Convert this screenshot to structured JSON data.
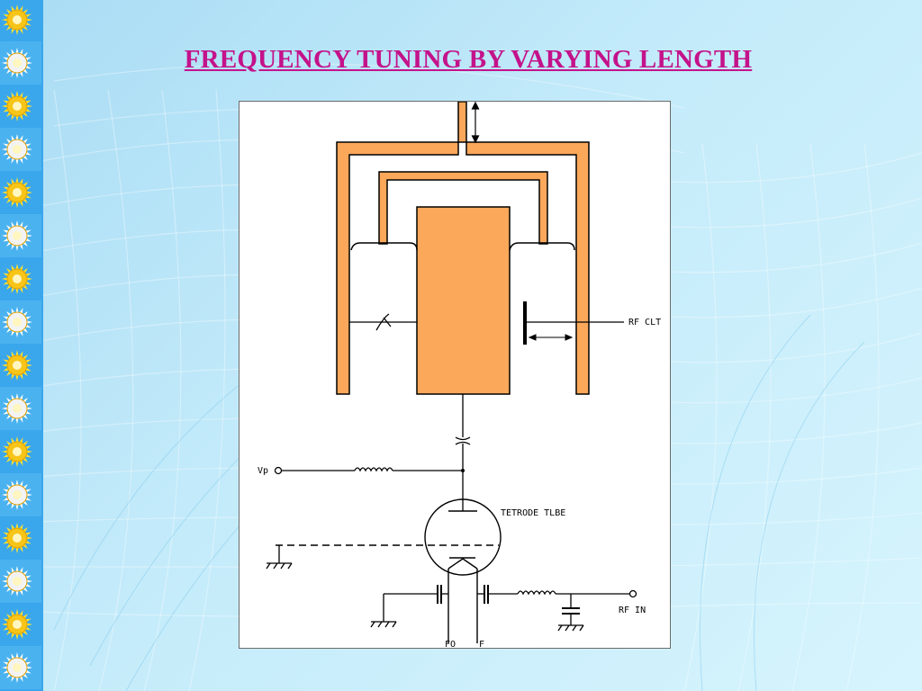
{
  "slide": {
    "title": "FREQUENCY TUNING BY VARYING LENGTH"
  },
  "diagram": {
    "labels": {
      "rf_out": "RF CLT",
      "vp": "Vp",
      "tube": "TETRODE TLBE",
      "rf_in": "RF IN",
      "fo": "FO",
      "f": "F"
    },
    "colors": {
      "cavity": "#fba85b",
      "outline": "#000000",
      "title": "#c4128a",
      "strip": "#3aa6ec"
    },
    "icons": [
      "sun-flower-icon",
      "tuning-arrow-icon",
      "ground-icon",
      "inductor-icon",
      "capacitor-icon",
      "terminal-icon"
    ]
  }
}
